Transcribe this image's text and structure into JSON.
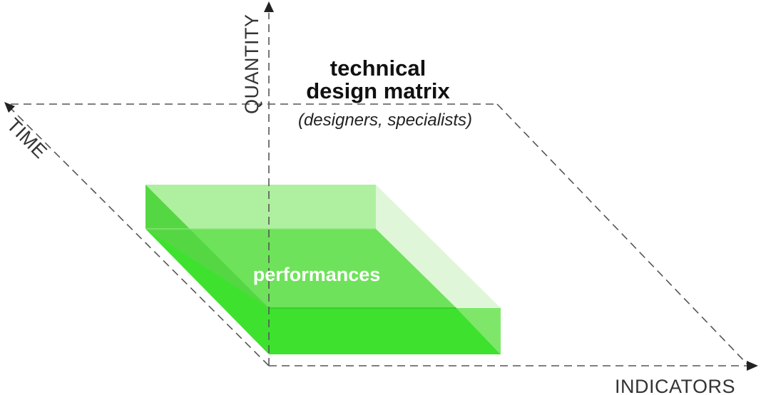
{
  "diagram": {
    "title_line1": "technical",
    "title_line2": "design matrix",
    "subtitle": "(designers, specialists)",
    "box_label": "performances",
    "axes": {
      "quantity": "QUANTITY",
      "time": "TIME",
      "indicators": "INDICATORS"
    },
    "colors": {
      "box_top": "#aef0a0",
      "box_top_middle": "#6ee25a",
      "box_front": "#3ee22e",
      "box_side_light": "#dff7d8",
      "box_side_mid": "#7ee76a",
      "box_edge_dark": "#2cc420",
      "dashes": "#555555"
    }
  }
}
